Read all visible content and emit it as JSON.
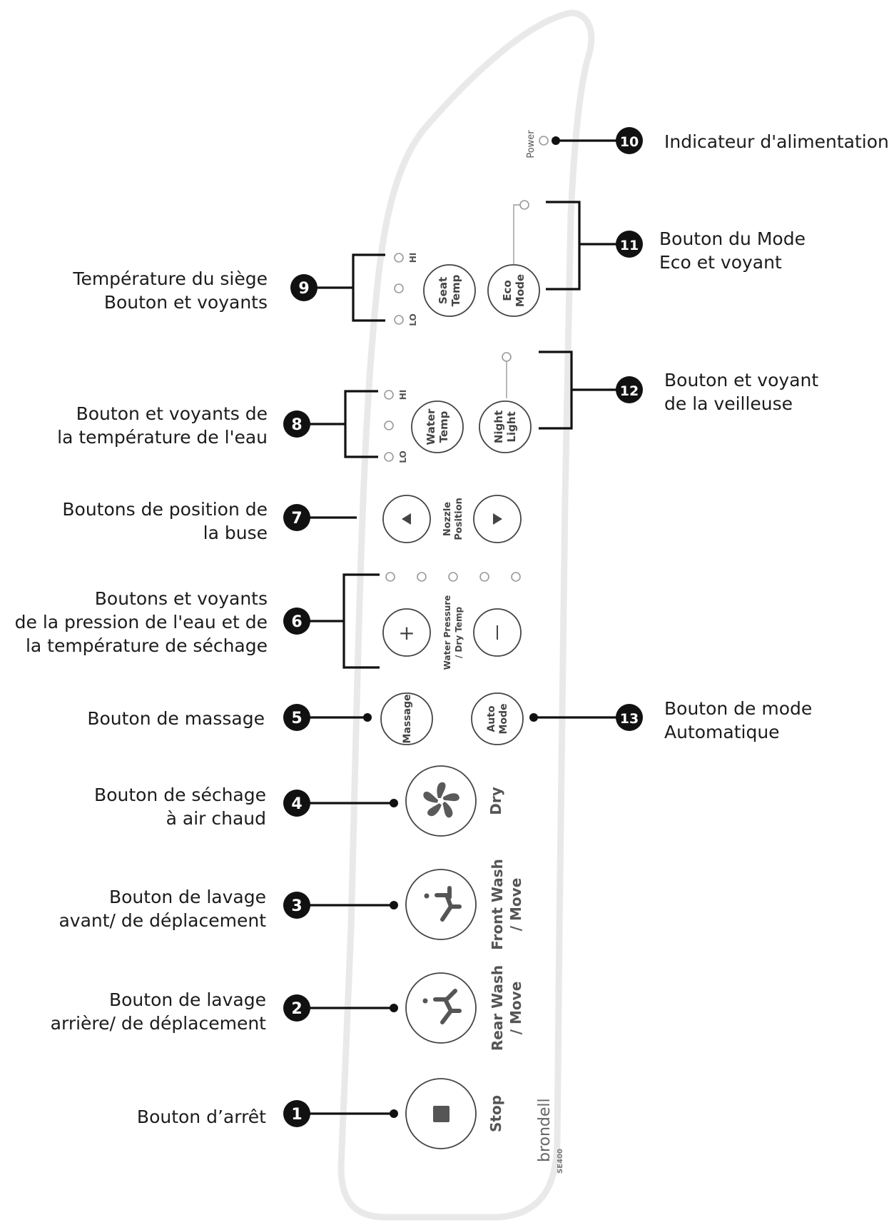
{
  "remote": {
    "labels": {
      "power": "Power",
      "eco_mode": [
        "Eco",
        "Mode"
      ],
      "seat_temp": [
        "Seat",
        "Temp"
      ],
      "water_temp": [
        "Water",
        "Temp"
      ],
      "night_light": [
        "Night",
        "Light"
      ],
      "hi": "HI",
      "lo": "LO",
      "nozzle_position": [
        "Nozzle",
        "Position"
      ],
      "water_pressure": [
        "Water Pressure",
        "/ Dry Temp"
      ],
      "plus": "+",
      "minus": "−",
      "massage": "Massage",
      "auto_mode": [
        "Auto",
        "Mode"
      ],
      "dry": "Dry",
      "front_wash": [
        "Front Wash",
        "/ Move"
      ],
      "rear_wash": [
        "Rear Wash",
        "/ Move"
      ],
      "stop": "Stop",
      "brand": "brondell",
      "model": "SE400"
    },
    "icons": {
      "dry": "fan-icon",
      "front_wash": "front-wash-icon",
      "rear_wash": "rear-wash-icon",
      "stop": "stop-icon",
      "nozzle_left": "triangle-left-icon",
      "nozzle_right": "triangle-right-icon"
    }
  },
  "callouts": [
    {
      "number": "1",
      "lines": [
        "Bouton d’arrêt"
      ]
    },
    {
      "number": "2",
      "lines": [
        "Bouton de lavage",
        "arrière/ de déplacement"
      ]
    },
    {
      "number": "3",
      "lines": [
        "Bouton de lavage",
        "avant/ de déplacement"
      ]
    },
    {
      "number": "4",
      "lines": [
        "Bouton de séchage",
        "à air chaud"
      ]
    },
    {
      "number": "5",
      "lines": [
        "Bouton de massage"
      ]
    },
    {
      "number": "6",
      "lines": [
        "Boutons et voyants",
        "de la pression de l'eau et de",
        "la température de séchage"
      ]
    },
    {
      "number": "7",
      "lines": [
        "Boutons de position de",
        "la buse"
      ]
    },
    {
      "number": "8",
      "lines": [
        "Bouton et voyants de",
        "la température de l'eau"
      ]
    },
    {
      "number": "9",
      "lines": [
        "Température du siège",
        "Bouton et voyants"
      ]
    },
    {
      "number": "10",
      "lines": [
        "Indicateur d'alimentation"
      ]
    },
    {
      "number": "11",
      "lines": [
        "Bouton du Mode",
        "Eco et voyant"
      ]
    },
    {
      "number": "12",
      "lines": [
        "Bouton et voyant",
        "de la veilleuse"
      ]
    },
    {
      "number": "13",
      "lines": [
        "Bouton de mode",
        "Automatique"
      ]
    }
  ]
}
